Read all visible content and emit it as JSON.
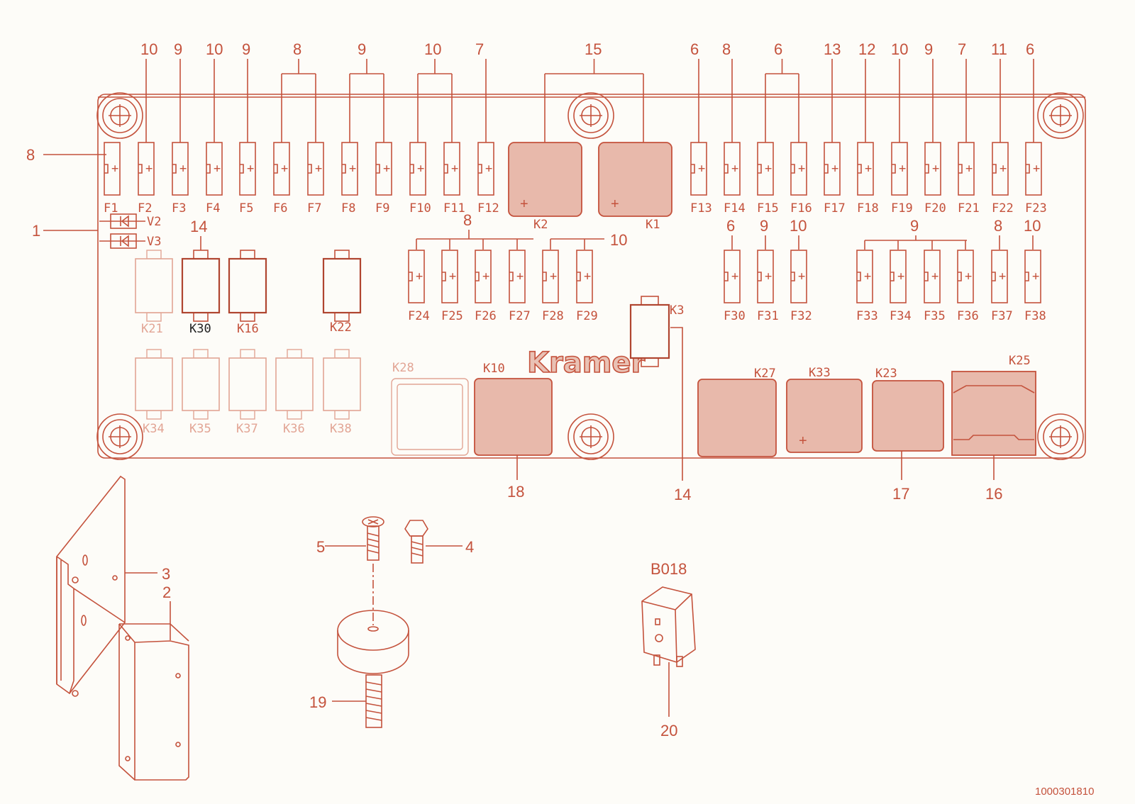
{
  "doc_number": "1000301810",
  "brand": "Kramer",
  "colors": {
    "line": "#c4523c",
    "fill": "#e8b9ab",
    "faint": "#e2a595",
    "background": "#fdfcf8"
  },
  "fuses_top": [
    "F1",
    "F2",
    "F3",
    "F4",
    "F5",
    "F6",
    "F7",
    "F8",
    "F9",
    "F10",
    "F11",
    "F12",
    "F13",
    "F14",
    "F15",
    "F16",
    "F17",
    "F18",
    "F19",
    "F20",
    "F21",
    "F22",
    "F23"
  ],
  "fuses_mid": [
    "F24",
    "F25",
    "F26",
    "F27",
    "F28",
    "F29",
    "F30",
    "F31",
    "F32",
    "F33",
    "F34",
    "F35",
    "F36",
    "F37",
    "F38"
  ],
  "diodes": [
    "V2",
    "V3"
  ],
  "relays": {
    "k1": "K1",
    "k2": "K2",
    "k3": "K3",
    "k10": "K10",
    "k16": "K16",
    "k21": "K21",
    "k22": "K22",
    "k23": "K23",
    "k25": "K25",
    "k27": "K27",
    "k28": "K28",
    "k30": "K30",
    "k33": "K33",
    "k34": "K34",
    "k35": "K35",
    "k36": "K36",
    "k37": "K37",
    "k38": "K38"
  },
  "loose_relay": "B018",
  "callouts": {
    "top": [
      "10",
      "9",
      "10",
      "9",
      "8",
      "9",
      "10",
      "7",
      "15",
      "6",
      "8",
      "6",
      "13",
      "12",
      "10",
      "9",
      "7",
      "11",
      "6"
    ],
    "left_8": "8",
    "left_1": "1",
    "k30_14": "14",
    "mid_left_8": "8",
    "mid_left_10": "10",
    "mid_right": [
      "6",
      "9",
      "10",
      "9",
      "8",
      "10"
    ],
    "bottom": {
      "c18": "18",
      "c14": "14",
      "c17": "17",
      "c16": "16"
    },
    "parts": {
      "c3": "3",
      "c2": "2",
      "c5": "5",
      "c4": "4",
      "c19": "19",
      "c20": "20"
    }
  }
}
